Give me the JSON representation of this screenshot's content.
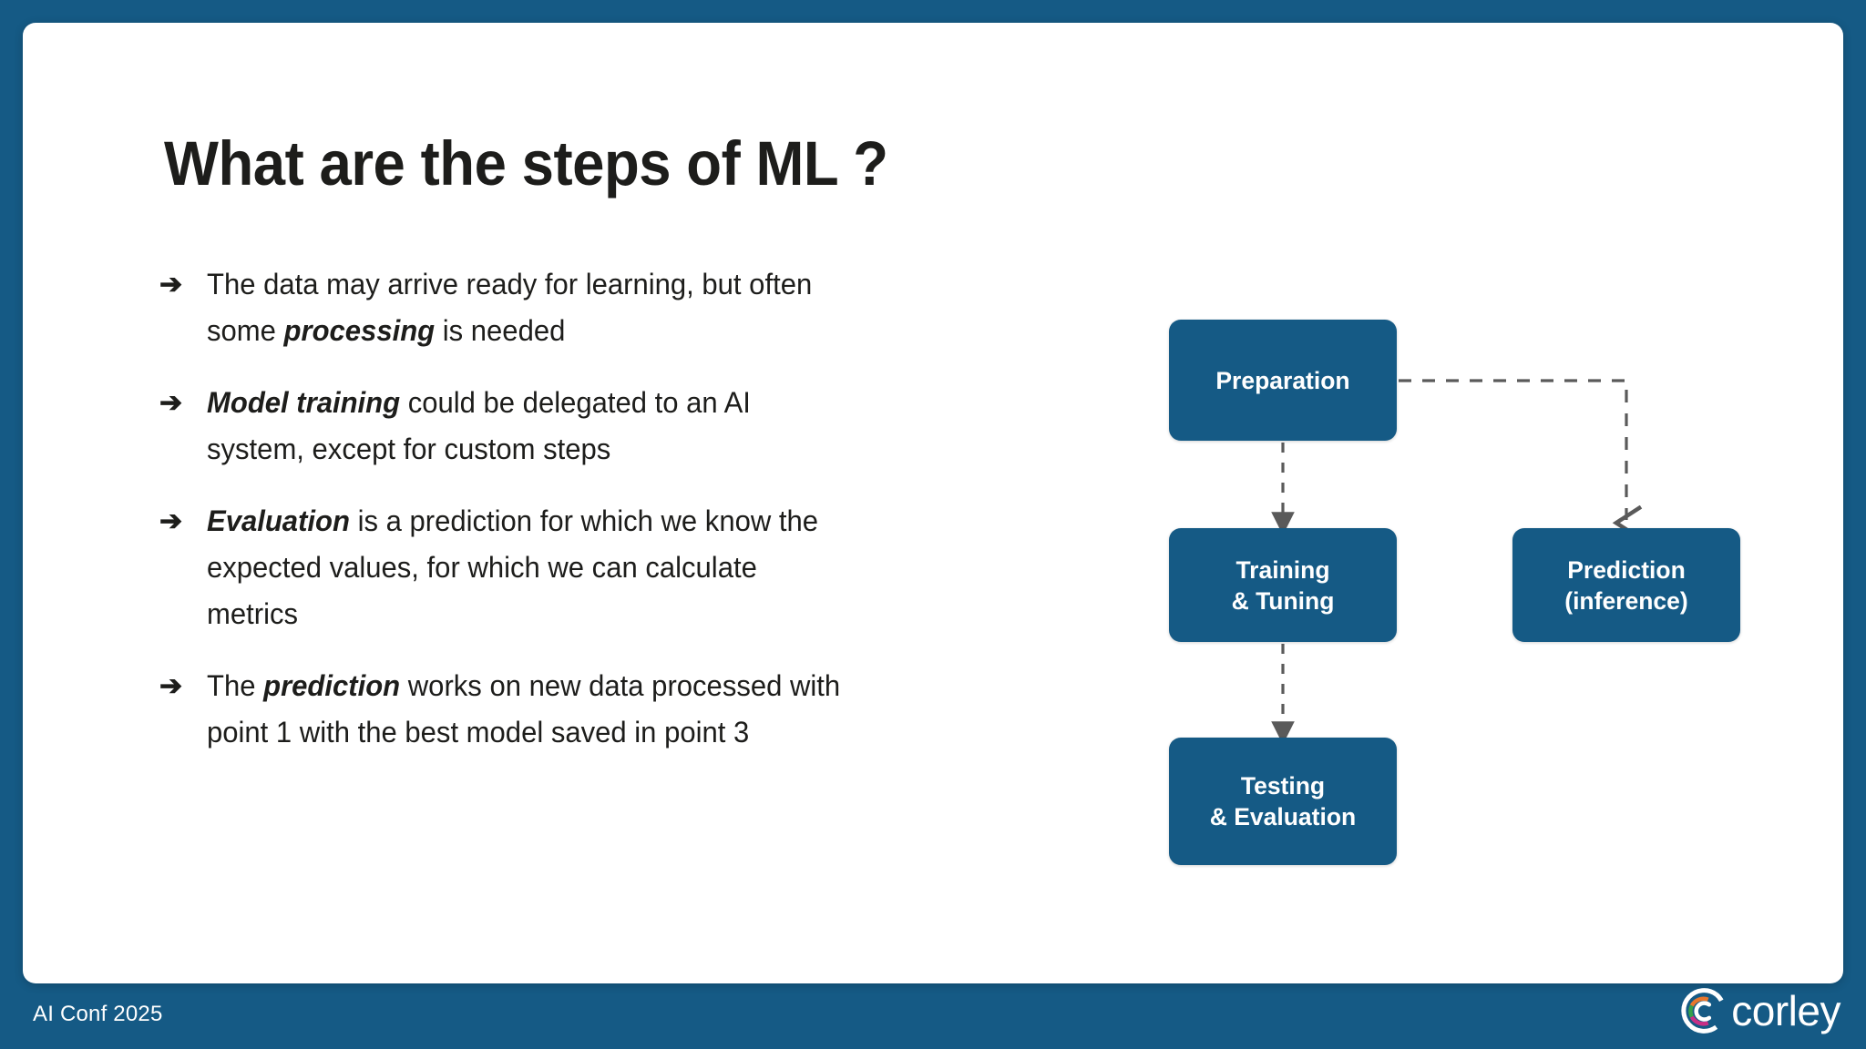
{
  "slide": {
    "title": "What are the steps of ML ?",
    "accent_blue": "#155a85",
    "background_blue": "#14557e",
    "text_color": "#1d1d1b"
  },
  "bullets": {
    "marker": "➔",
    "items": [
      {
        "id": "bullet-processing",
        "parts": [
          {
            "text": "The data may arrive ready for learning, but often some ",
            "emphasis": false
          },
          {
            "text": "processing",
            "emphasis": true
          },
          {
            "text": " is needed",
            "emphasis": false
          }
        ]
      },
      {
        "id": "bullet-model-training",
        "parts": [
          {
            "text": "Model training",
            "emphasis": true
          },
          {
            "text": " could be delegated to an AI system, except for custom steps",
            "emphasis": false
          }
        ]
      },
      {
        "id": "bullet-evaluation",
        "parts": [
          {
            "text": "Evaluation",
            "emphasis": true
          },
          {
            "text": " is a prediction for which we know the expected values, for which we can calculate metrics",
            "emphasis": false
          }
        ]
      },
      {
        "id": "bullet-prediction",
        "parts": [
          {
            "text": "The ",
            "emphasis": false
          },
          {
            "text": "prediction",
            "emphasis": true
          },
          {
            "text": " works on new data processed with point 1 with the best model saved in point 3",
            "emphasis": false
          }
        ]
      }
    ]
  },
  "diagram": {
    "type": "flowchart",
    "nodes": [
      {
        "id": "preparation",
        "label_lines": [
          "Preparation"
        ]
      },
      {
        "id": "training",
        "label_lines": [
          "Training",
          "& Tuning"
        ]
      },
      {
        "id": "testing",
        "label_lines": [
          "Testing",
          "& Evaluation"
        ]
      },
      {
        "id": "prediction",
        "label_lines": [
          "Prediction",
          "(inference)"
        ]
      }
    ],
    "edges": [
      {
        "from": "preparation",
        "to": "training",
        "style": "dashed",
        "direction": "down"
      },
      {
        "from": "training",
        "to": "testing",
        "style": "dashed",
        "direction": "down"
      },
      {
        "from": "preparation",
        "to": "prediction",
        "style": "dashed",
        "direction": "elbow-right-down"
      }
    ],
    "edge_color": "#5a5a5a"
  },
  "footer": {
    "event": "AI Conf 2025",
    "brand": "corley"
  }
}
